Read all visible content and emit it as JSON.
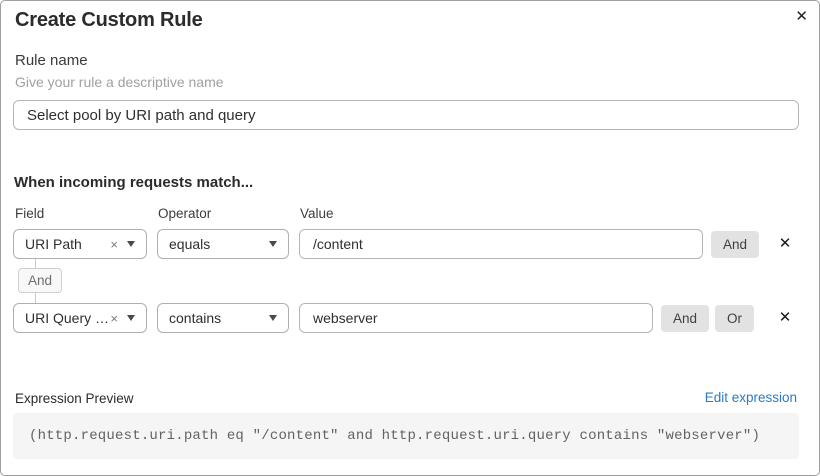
{
  "dialog": {
    "title": "Create Custom Rule",
    "close_icon": "✕"
  },
  "rule_name": {
    "label": "Rule name",
    "description": "Give your rule a descriptive name",
    "value": "Select pool by URI path and query"
  },
  "matcher": {
    "heading": "When incoming requests match...",
    "columns": {
      "field": "Field",
      "operator": "Operator",
      "value": "Value"
    },
    "connector_label": "And",
    "clear_icon": "×",
    "remove_icon": "✕",
    "rows": [
      {
        "field": "URI Path",
        "operator": "equals",
        "value": "/content",
        "and_label": "And"
      },
      {
        "field": "URI Query St...",
        "operator": "contains",
        "value": "webserver",
        "and_label": "And",
        "or_label": "Or"
      }
    ]
  },
  "expression": {
    "label": "Expression Preview",
    "edit_link": "Edit expression",
    "preview": "(http.request.uri.path eq \"/content\" and http.request.uri.query contains \"webserver\")"
  },
  "colors": {
    "link": "#2c7bbf",
    "button_bg": "#e2e2e2",
    "code_bg": "#f5f5f5"
  }
}
